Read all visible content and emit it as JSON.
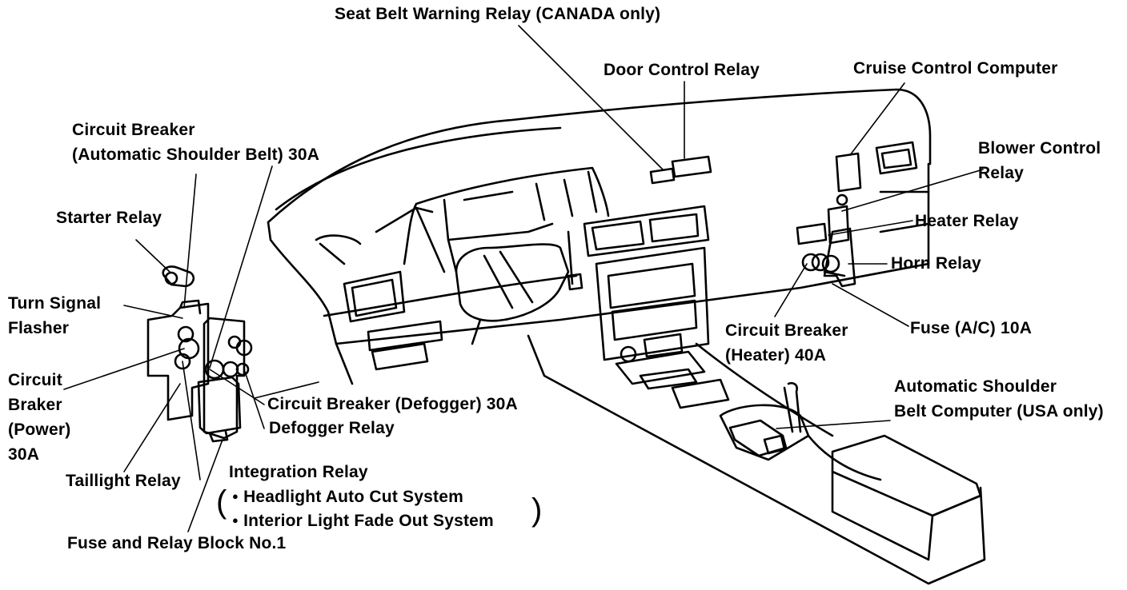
{
  "labels": {
    "seat_belt_warning_relay": "Seat Belt Warning Relay (CANADA only)",
    "door_control_relay": "Door Control Relay",
    "cruise_control_computer": "Cruise Control Computer",
    "circuit_breaker_asb_line1": "Circuit Breaker",
    "circuit_breaker_asb_line2": "(Automatic Shoulder Belt) 30A",
    "blower_control_relay_line1": "Blower Control",
    "blower_control_relay_line2": "Relay",
    "starter_relay": "Starter Relay",
    "heater_relay": "Heater Relay",
    "horn_relay": "Horn Relay",
    "turn_signal_flasher_line1": "Turn Signal",
    "turn_signal_flasher_line2": "Flasher",
    "circuit_breaker_heater_line1": "Circuit Breaker",
    "circuit_breaker_heater_line2": "(Heater) 40A",
    "fuse_ac": "Fuse (A/C) 10A",
    "circuit_braker_power_line1": "Circuit",
    "circuit_braker_power_line2": "Braker",
    "circuit_braker_power_line3": "(Power)",
    "circuit_braker_power_line4": "30A",
    "asb_computer_line1": "Automatic Shoulder",
    "asb_computer_line2": "Belt Computer (USA only)",
    "circuit_breaker_defogger": "Circuit Breaker (Defogger) 30A",
    "defogger_relay": "Defogger Relay",
    "integration_relay": "Integration Relay",
    "headlight_auto_cut": "Headlight Auto Cut System",
    "interior_light_fade": "Interior Light Fade Out System",
    "taillight_relay": "Taillight Relay",
    "fuse_relay_block": "Fuse and Relay Block No.1"
  },
  "colors": {
    "ink": "#000000",
    "paper": "#ffffff"
  }
}
